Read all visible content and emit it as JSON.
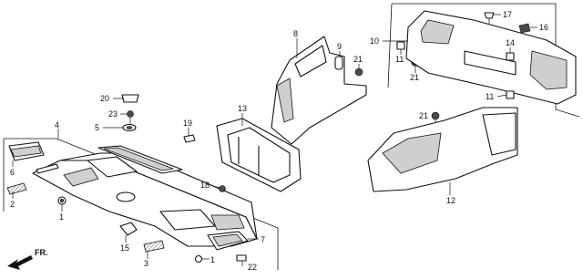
{
  "callouts": {
    "c1a": "1",
    "c1b": "1",
    "c2": "2",
    "c3": "3",
    "c4": "4",
    "c5": "5",
    "c6": "6",
    "c7": "7",
    "c8": "8",
    "c9": "9",
    "c10": "10",
    "c11a": "11",
    "c11b": "11",
    "c12": "12",
    "c13": "13",
    "c14": "14",
    "c15": "15",
    "c16": "16",
    "c17": "17",
    "c18": "18",
    "c19": "19",
    "c20": "20",
    "c21a": "21",
    "c21b": "21",
    "c21c": "21",
    "c22": "22",
    "c23": "23"
  },
  "direction_label": "FR."
}
